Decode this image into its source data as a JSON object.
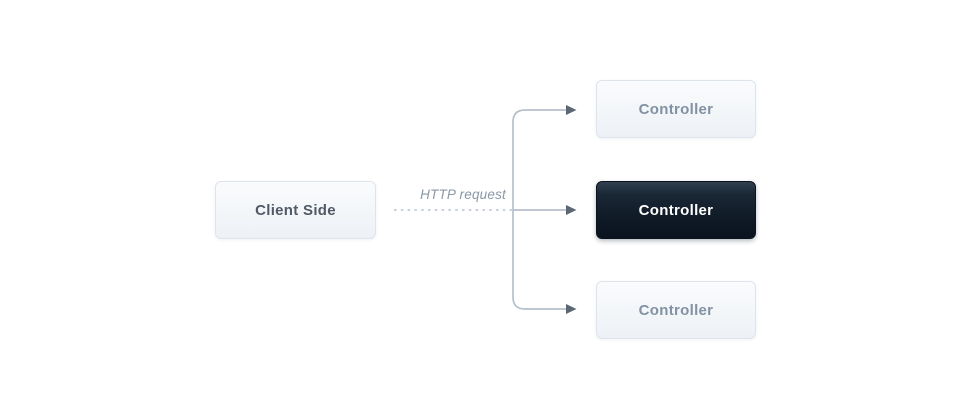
{
  "diagram": {
    "nodes": {
      "client": {
        "label": "Client Side"
      },
      "controllers": [
        {
          "label": "Controller",
          "state": "default"
        },
        {
          "label": "Controller",
          "state": "selected"
        },
        {
          "label": "Controller",
          "state": "default"
        }
      ]
    },
    "edge": {
      "label": "HTTP request"
    },
    "colors": {
      "background": "#ffffff",
      "connector_line": "#b6c1cc",
      "connector_dash": "#c8d1db",
      "arrowhead": "#5c6774",
      "light_node_bg_top": "#fafbfd",
      "light_node_bg_bottom": "#edf1f6",
      "light_node_border": "#dde4ec",
      "light_node_text": "#8291a3",
      "client_node_text": "#4f5a66",
      "dark_node_bg_top": "#30404f",
      "dark_node_bg_bottom": "#0a131e",
      "dark_node_text": "#ffffff",
      "edge_label_text": "#8b97a6"
    }
  }
}
